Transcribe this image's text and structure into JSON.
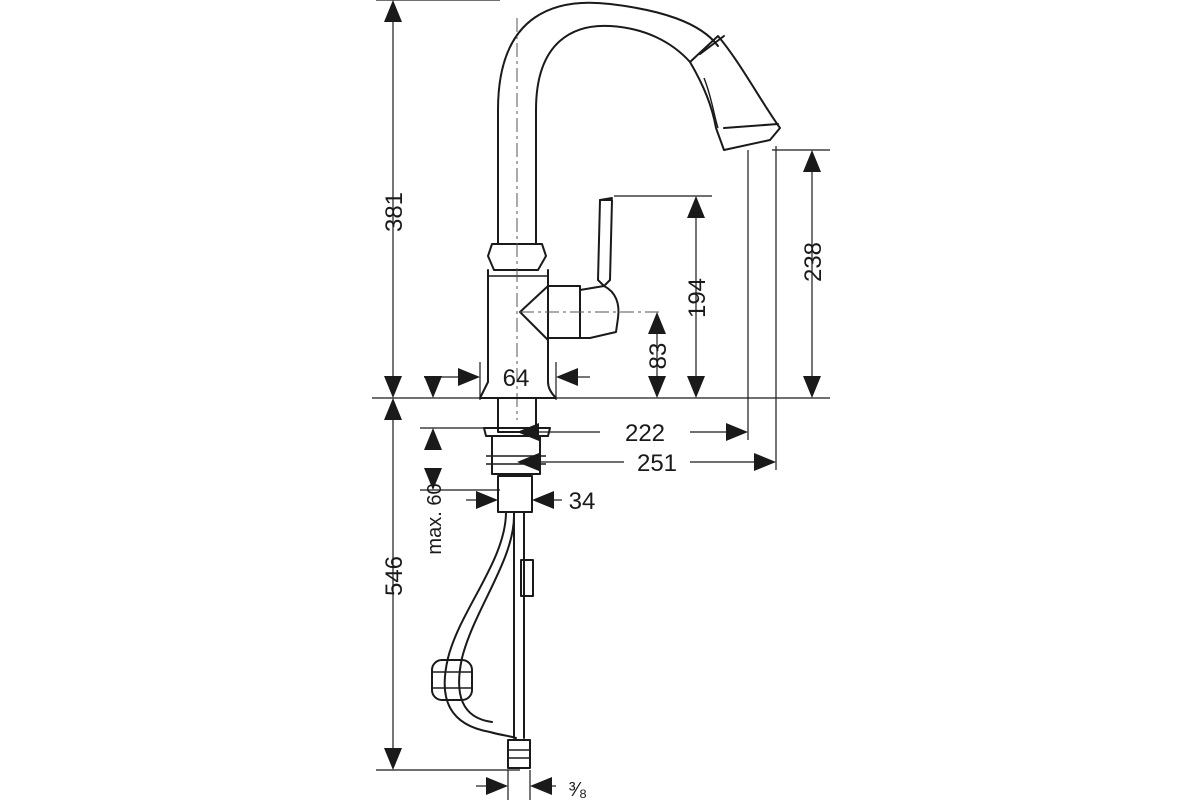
{
  "dimensions": {
    "overall_height": "381",
    "spout_outlet_height": "238",
    "lever_height": "194",
    "lever_axis_height": "83",
    "base_diameter": "64",
    "spout_reach": "222",
    "total_reach": "251",
    "max_deck_thickness": "max. 60",
    "mounting_diameter": "34",
    "below_deck_length": "546",
    "connection_thread": "³⁄₈"
  }
}
